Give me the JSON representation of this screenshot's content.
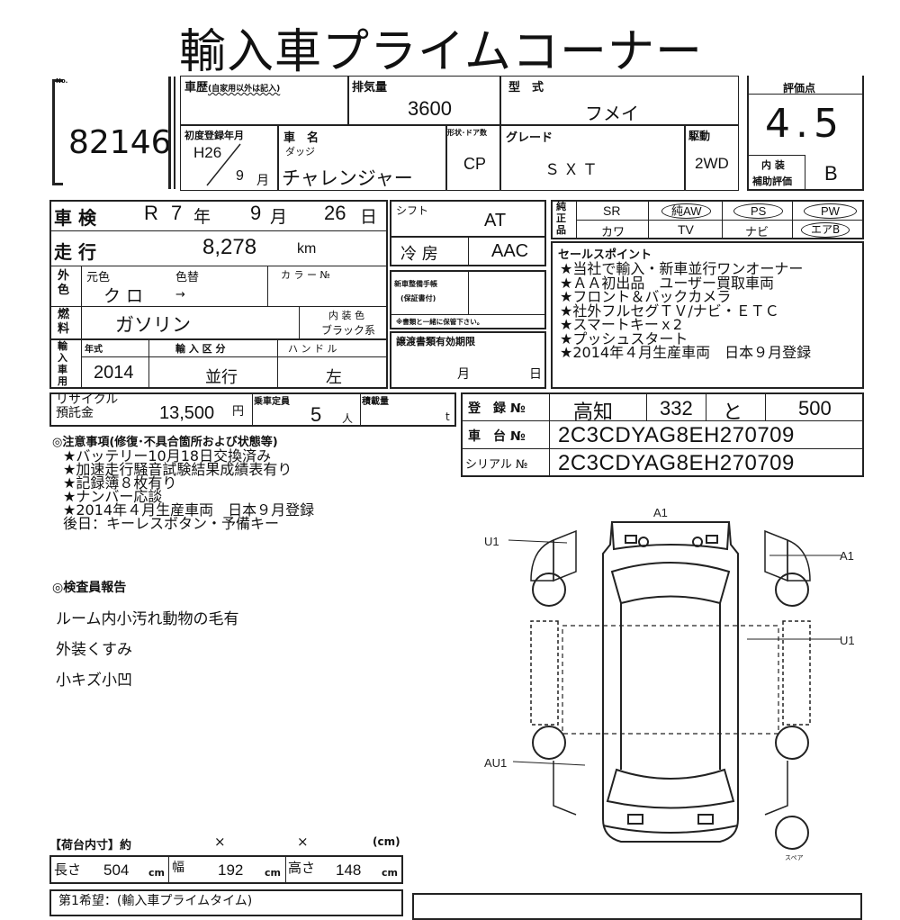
{
  "title": "輸入車プライムコーナー",
  "lot": {
    "no_label": "No.",
    "number": "82146"
  },
  "history": {
    "label": "車歴",
    "sub": "(自家用以外は記入)",
    "value": ""
  },
  "displacement": {
    "label": "排気量",
    "value": "3600"
  },
  "model_code": {
    "label": "型　式",
    "value": "フメイ"
  },
  "first_reg": {
    "label": "初度登録年月",
    "era": "H26",
    "month": "9",
    "month_unit": "月"
  },
  "car_name": {
    "label": "車　名",
    "maker": "ダッジ",
    "value": "チャレンジャー"
  },
  "body": {
    "label": "形状･ドア数",
    "value": "CP"
  },
  "grade": {
    "label": "グレード",
    "value": "ＳＸＴ"
  },
  "drive": {
    "label": "駆動",
    "value": "2WD"
  },
  "score": {
    "label": "評価点",
    "value": "4.5",
    "interior_label1": "内 装",
    "interior_label2": "補助評価",
    "interior_value": "B"
  },
  "inspection": {
    "label": "車 検",
    "era": "R",
    "year": "7",
    "year_unit": "年",
    "month": "9",
    "month_unit": "月",
    "day": "26",
    "day_unit": "日"
  },
  "mileage": {
    "label": "走 行",
    "value": "8,278",
    "unit": "km"
  },
  "color": {
    "label": "外色",
    "orig_label": "元色",
    "orig_value": "ク ロ",
    "change_label": "色替",
    "change_value": "→",
    "colorno_label": "カ ラ ー №"
  },
  "fuel": {
    "label": "燃料",
    "value": "ガソリン",
    "interior_label": "内 装 色",
    "interior_value": "ブラック系"
  },
  "import": {
    "label": "輸入車用",
    "year_label": "年式",
    "year": "2014",
    "type_label": "輸 入 区 分",
    "type": "並行",
    "handle_label": "ハ ン ド ル",
    "handle": "左"
  },
  "shift": {
    "label": "シフト",
    "value": "AT"
  },
  "ac": {
    "label": "冷 房",
    "value": "AAC"
  },
  "manual": {
    "label1": "新車整備手帳",
    "label2": "(保証書付)",
    "note": "※書類と一緒に保管下さい。"
  },
  "transfer": {
    "label": "譲渡書類有効期限",
    "month": "月",
    "day": "日"
  },
  "recycle": {
    "label1": "リサイクル",
    "label2": "預託金",
    "value": "13,500",
    "unit": "円"
  },
  "capacity": {
    "label": "乗車定員",
    "value": "5",
    "unit": "人"
  },
  "load": {
    "label": "積載量",
    "unit": "t"
  },
  "registration": {
    "label": "登　録 №",
    "pref": "高知",
    "num": "332",
    "kana": "と",
    "serial": "500"
  },
  "chassis": {
    "label": "車　台 №",
    "value": "2C3CDYAG8EH270709"
  },
  "serial_no": {
    "label": "シリアル №",
    "value": "2C3CDYAG8EH270709"
  },
  "equipment": {
    "label": "純正品",
    "row1": [
      "SR",
      "純AW",
      "PS",
      "PW"
    ],
    "row2": [
      "カワ",
      "TV",
      "ナビ",
      "エアB"
    ]
  },
  "sales_points": {
    "label": "セールスポイント",
    "items": [
      "★当社で輸入・新車並行ワンオーナー",
      "★ＡＡ初出品　ユーザー買取車両",
      "★フロント＆バックカメラ",
      "★社外フルセグＴＶ/ナビ・ＥＴＣ",
      "★スマートキーｘ2",
      "★プッシュスタート",
      "★2014年４月生産車両　日本９月登録"
    ]
  },
  "notes": {
    "label": "◎注意事項(修復･不具合箇所および状態等)",
    "items": [
      "★バッテリー10月18日交換済み",
      "★加速走行騒音試験結果成績表有り",
      "★記録簿８枚有り",
      "★ナンバー応談",
      "★2014年４月生産車両　日本９月登録",
      "後日：キーレスボタン・予備キー"
    ]
  },
  "inspector": {
    "label": "◎検査員報告",
    "items": [
      "ルーム内小汚れ動物の毛有",
      "外装くすみ",
      "小キズ小凹"
    ]
  },
  "diagram": {
    "labels": [
      "A1",
      "U1",
      "A1",
      "U1",
      "AU1"
    ],
    "spare": "スペア"
  },
  "cargo": {
    "label": "【荷台内寸】約",
    "x1": "×",
    "x2": "×",
    "unit": "(cm)"
  },
  "dims": {
    "length_label": "長さ",
    "length": "504",
    "width_label": "幅",
    "width": "192",
    "height_label": "高さ",
    "height": "148",
    "unit": "cm"
  },
  "bottom": {
    "hope": "第1希望：(輸入車プライムタイム)"
  }
}
